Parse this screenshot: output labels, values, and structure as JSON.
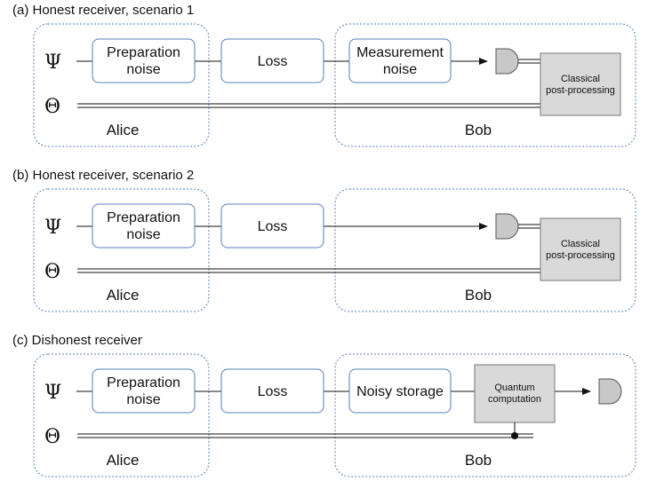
{
  "panels": [
    {
      "caption": "(a) Honest receiver, scenario 1",
      "psi": "Ψ",
      "theta": "Θ",
      "alice_label": "Alice",
      "bob_label": "Bob",
      "prep_box": [
        "Preparation",
        "noise"
      ],
      "loss_box": "Loss",
      "measure_box": [
        "Measurement",
        "noise"
      ],
      "classical_box": [
        "Classical",
        "post-processing"
      ]
    },
    {
      "caption": "(b) Honest receiver, scenario 2",
      "psi": "Ψ",
      "theta": "Θ",
      "alice_label": "Alice",
      "bob_label": "Bob",
      "prep_box": [
        "Preparation",
        "noise"
      ],
      "loss_box": "Loss",
      "classical_box": [
        "Classical",
        "post-processing"
      ]
    },
    {
      "caption": "(c) Dishonest receiver",
      "psi": "Ψ",
      "theta": "Θ",
      "alice_label": "Alice",
      "bob_label": "Bob",
      "prep_box": [
        "Preparation",
        "noise"
      ],
      "loss_box": "Loss",
      "storage_box": "Noisy storage",
      "quantum_box": [
        "Quantum",
        "computation"
      ]
    }
  ]
}
